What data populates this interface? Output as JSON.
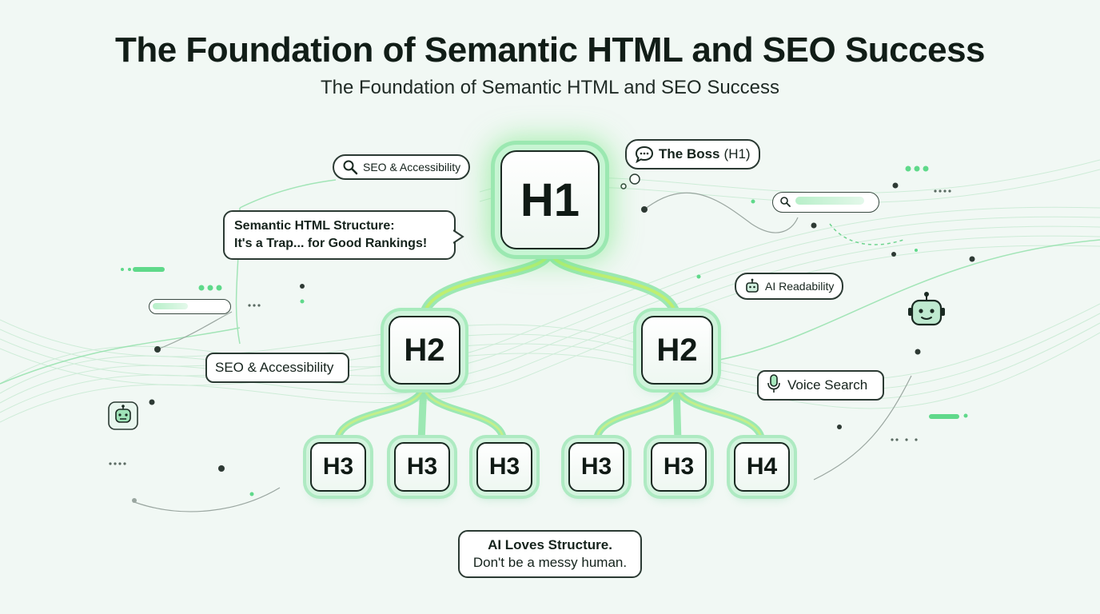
{
  "title": "The Foundation of Semantic HTML and SEO Success",
  "subtitle": "The Foundation of Semantic HTML and SEO Success",
  "colors": {
    "accent": "#5fe08a",
    "accent_light": "#c7f5d3",
    "outline": "#1a2a22",
    "background": "#f1f8f4"
  },
  "tree": {
    "h1": "H1",
    "h2_left": "H2",
    "h2_right": "H2",
    "h3_1": "H3",
    "h3_2": "H3",
    "h3_3": "H3",
    "h3_4": "H3",
    "h3_5": "H3",
    "h4": "H4"
  },
  "callouts": {
    "boss_bold": "The Boss",
    "boss_tag": "(H1)",
    "seo_access_top": "SEO & Accessibility",
    "trap_line1": "Semantic HTML Structure:",
    "trap_line2": "It's a Trap... for Good Rankings!",
    "seo_access_left": "SEO & Accessibility",
    "ai_readability": "AI Readability",
    "voice_search": "Voice Search",
    "ai_loves_bold": "AI Loves Structure.",
    "ai_loves_sub": "Don't be a messy human."
  },
  "icons": {
    "boss": "speech-bubble-icon",
    "seo_top": "magnifier-icon",
    "ai_readability": "robot-icon",
    "voice_search": "microphone-icon",
    "search_bar": "magnifier-icon",
    "robots": "robot-icon"
  }
}
